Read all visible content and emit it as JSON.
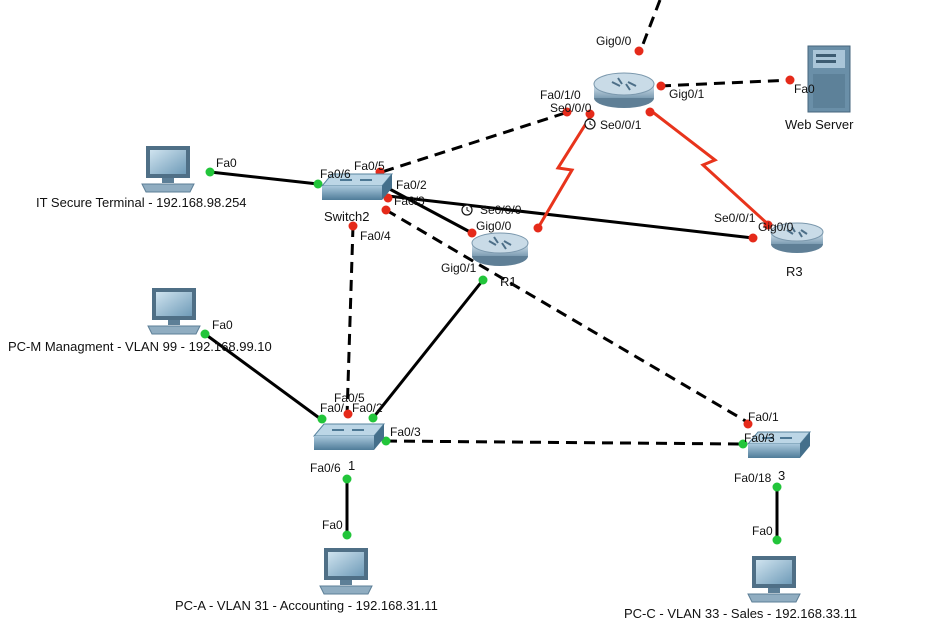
{
  "colors": {
    "link": "#000000",
    "serial": "#e8341c",
    "port_up": "#22c53a",
    "port_down": "#e52a1a",
    "router_body": "#9fb9cc",
    "switch_body": "#6f9ab5",
    "pc_screen": "#8fb6cf",
    "server_body": "#6a8fa8"
  },
  "devices": {
    "router_top": "",
    "r1": "R1",
    "r3": "R3",
    "switch2": "Switch2",
    "switch_left_suffix": "1",
    "switch_right_suffix": "3",
    "web_server": "Web Server",
    "it_terminal": "IT Secure Terminal - 192.168.98.254",
    "pc_m": "PC-M Managment - VLAN 99 - 192.168.99.10",
    "pc_a": "PC-A - VLAN 31 - Accounting - 192.168.31.11",
    "pc_c": "PC-C - VLAN 33 - Sales - 192.168.33.11"
  },
  "ports": {
    "top_gig00": "Gig0/0",
    "top_gig01": "Gig0/1",
    "top_fa010": "Fa0/1/0",
    "top_se000": "Se0/0/0",
    "top_se001": "Se0/0/1",
    "web_fa0": "Fa0",
    "it_fa0": "Fa0",
    "sw2_fa06": "Fa0/6",
    "sw2_fa05": "Fa0/5",
    "sw2_fa02": "Fa0/2",
    "sw2_fa03": "Fa0/3",
    "sw2_fa04": "Fa0/4",
    "r1_se000": "Se0/0/0",
    "r1_gig00": "Gig0/0",
    "r1_gig01": "Gig0/1",
    "r3_se001": "Se0/0/1",
    "r3_gig00": "Gig0/0",
    "pcm_fa0": "Fa0",
    "s1_fa05": "Fa0/5",
    "s1_fa0x": "Fa0/",
    "s1_fa02": "Fa0/2",
    "s1_fa03": "Fa0/3",
    "s1_fa06": "Fa0/6",
    "pca_fa0": "Fa0",
    "s3_fa01": "Fa0/1",
    "s3_fa03": "Fa0/3",
    "s3_fa018": "Fa0/18",
    "pcc_fa0": "Fa0"
  }
}
